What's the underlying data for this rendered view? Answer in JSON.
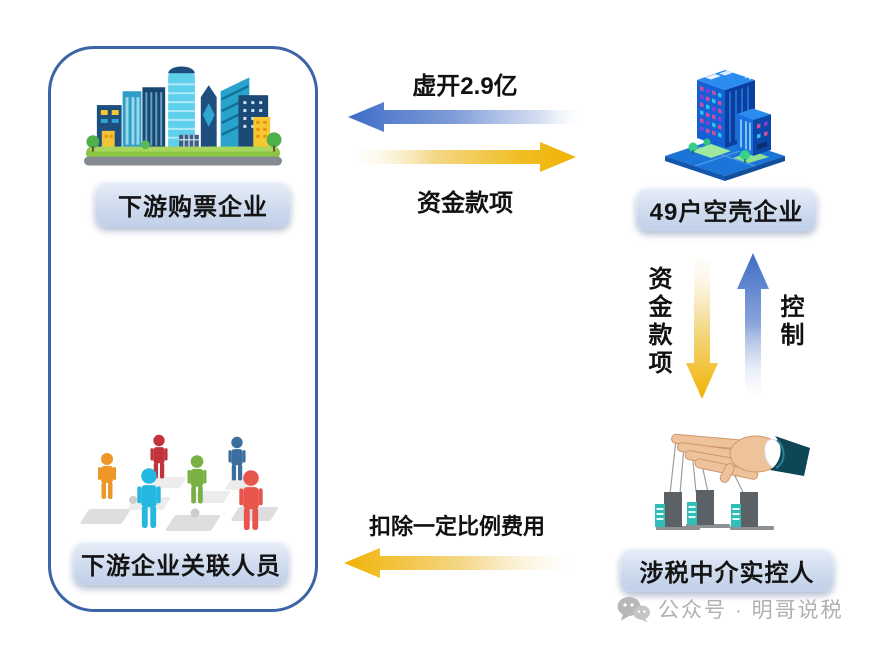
{
  "nodes": {
    "downstream_buyer": {
      "label": "下游购票企业"
    },
    "downstream_related": {
      "label": "下游企业关联人员"
    },
    "shell_companies": {
      "label": "49户空壳企业"
    },
    "intermediary": {
      "label": "涉税中介实控人"
    }
  },
  "arrows": {
    "fake_invoice": {
      "label": "虚开2.9亿",
      "direction": "left",
      "color_role": "blue"
    },
    "funds_top": {
      "label": "资金款项",
      "direction": "right",
      "color_role": "gold"
    },
    "funds_down": {
      "label": "资金款项",
      "direction": "down",
      "color_role": "gold"
    },
    "control": {
      "label": "控制",
      "direction": "up",
      "color_role": "blue"
    },
    "fee_deduction": {
      "label": "扣除一定比例费用",
      "direction": "left",
      "color_role": "gold"
    }
  },
  "watermark": {
    "text": "公众号 · 明哥说税",
    "icon": "wechat-icon"
  },
  "icons": {
    "city": "city-illustration",
    "people": "people-illustration",
    "building": "shell-company-building-illustration",
    "hand": "puppeteer-hand-illustration",
    "wechat": "wechat-icon"
  },
  "colors": {
    "arrow_blue": "#3e6dc6",
    "arrow_gold": "#f0b304",
    "frame_border": "#3b64a6",
    "label_bg_top": "#e9eff9",
    "label_bg_bottom": "#c0d0e9",
    "label_text": "#141414",
    "watermark_gray": "#b0b0b0"
  }
}
